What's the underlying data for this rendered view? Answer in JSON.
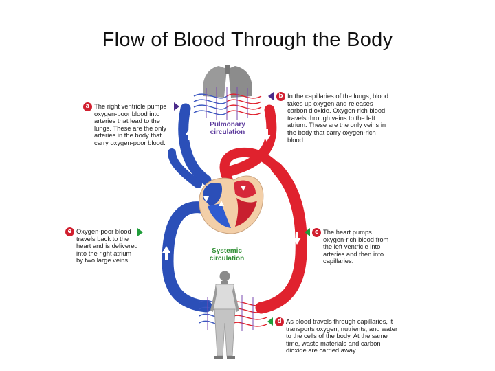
{
  "title": "Flow of Blood Through the Body",
  "labels": {
    "pulmonary": "Pulmonary circulation",
    "systemic": "Systemic circulation"
  },
  "colors": {
    "oxygen_poor": "#2b4fb8",
    "oxygen_rich": "#e0222e",
    "pulmonary_label": "#5b3a9c",
    "systemic_label": "#2f8f34",
    "badge": "#d11f2f"
  },
  "callouts": {
    "a": {
      "letter": "a",
      "text": "The right ventricle pumps oxygen-poor blood into arteries that lead to the lungs. These are the only arteries in the body that carry oxygen-poor blood."
    },
    "b": {
      "letter": "b",
      "text": "In the capillaries of the lungs, blood takes up oxygen and releases carbon dioxide. Oxygen-rich blood travels through veins to the left atrium. These are the only veins in the body that carry oxygen-rich blood."
    },
    "c": {
      "letter": "c",
      "text": "The heart pumps oxygen-rich blood from the left ventricle into arteries and then into capillaries."
    },
    "d": {
      "letter": "d",
      "text": "As blood travels through capillaries, it transports oxygen, nutrients, and water to the cells of the body. At the same time, waste materials and carbon dioxide are carried away."
    },
    "e": {
      "letter": "e",
      "text": "Oxygen-poor blood travels back to the heart and is delivered into the right atrium by two large veins."
    }
  }
}
